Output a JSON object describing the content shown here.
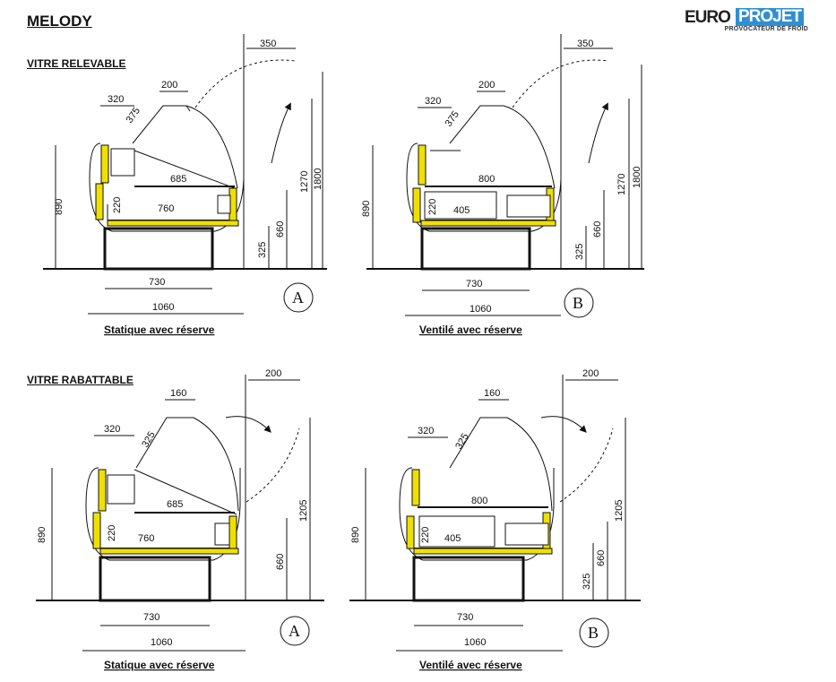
{
  "title": "MELODY",
  "logo": {
    "part1": "EURO",
    "part2": "PROJET",
    "tagline": "PROVOCATEUR DE FROID"
  },
  "sections": {
    "top": "VITRE RELEVABLE",
    "bottom": "VITRE RABATTABLE"
  },
  "colors": {
    "yellow": "#f0e000",
    "logo_blue": "#2f8fd3"
  },
  "diagrams": [
    {
      "id": "top-a",
      "letter": "A",
      "caption": "Statique avec réserve",
      "dims": {
        "top_right": "350",
        "glass_top": "200",
        "glass_left": "320",
        "glass_diag": "375",
        "shelf": "685",
        "base": "760",
        "reserve_h": "220",
        "height": "890",
        "h1": "1270",
        "h2": "1800",
        "h3": "660",
        "h4": "325",
        "feet": "730",
        "total": "1060"
      }
    },
    {
      "id": "top-b",
      "letter": "B",
      "caption": "Ventilé avec réserve",
      "dims": {
        "top_right": "350",
        "glass_top": "200",
        "glass_left": "320",
        "glass_diag": "375",
        "shelf": "800",
        "base": "405",
        "reserve_h": "220",
        "height": "890",
        "h1": "1270",
        "h2": "1800",
        "h3": "660",
        "h4": "325",
        "feet": "730",
        "total": "1060"
      }
    },
    {
      "id": "bottom-a",
      "letter": "A",
      "caption": "Statique avec réserve",
      "dims": {
        "top_right": "200",
        "glass_top": "160",
        "glass_left": "320",
        "glass_diag": "325",
        "shelf": "685",
        "base": "760",
        "reserve_h": "220",
        "height": "890",
        "h1": "1205",
        "h3": "660",
        "feet": "730",
        "total": "1060"
      }
    },
    {
      "id": "bottom-b",
      "letter": "B",
      "caption": "Ventilé avec réserve",
      "dims": {
        "top_right": "200",
        "glass_top": "160",
        "glass_left": "320",
        "glass_diag": "325",
        "shelf": "800",
        "base": "405",
        "reserve_h": "220",
        "height": "890",
        "h1": "1205",
        "h3": "660",
        "h4": "325",
        "feet": "730",
        "total": "1060"
      }
    }
  ]
}
